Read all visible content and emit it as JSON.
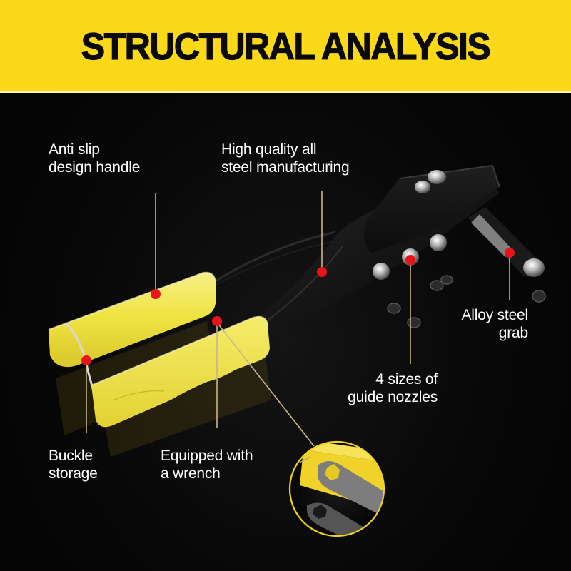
{
  "banner": {
    "title": "STRUCTURAL ANALYSIS",
    "background_color": "#fcd918",
    "text_color": "#0a0a0a"
  },
  "product": "hand rivet gun",
  "colors": {
    "handle_yellow": "#f2e84a",
    "callout_dot": "#e8141a",
    "leader_line": "#c9b68a",
    "inset_ring": "#f2d21c",
    "body_black": "#151515"
  },
  "callouts": [
    {
      "id": "anti-slip-handle",
      "lines": [
        "Anti slip",
        "design handle"
      ]
    },
    {
      "id": "steel-manufacturing",
      "lines": [
        "High quality all",
        "steel manufacturing"
      ]
    },
    {
      "id": "alloy-steel-grab",
      "lines": [
        "Alloy steel",
        "grab"
      ]
    },
    {
      "id": "guide-nozzles",
      "lines": [
        "4 sizes of",
        "guide nozzles"
      ]
    },
    {
      "id": "buckle-storage",
      "lines": [
        "Buckle",
        "storage"
      ]
    },
    {
      "id": "wrench",
      "lines": [
        "Equipped with",
        "a wrench"
      ]
    }
  ],
  "inset": {
    "subject": "wrench detail"
  }
}
